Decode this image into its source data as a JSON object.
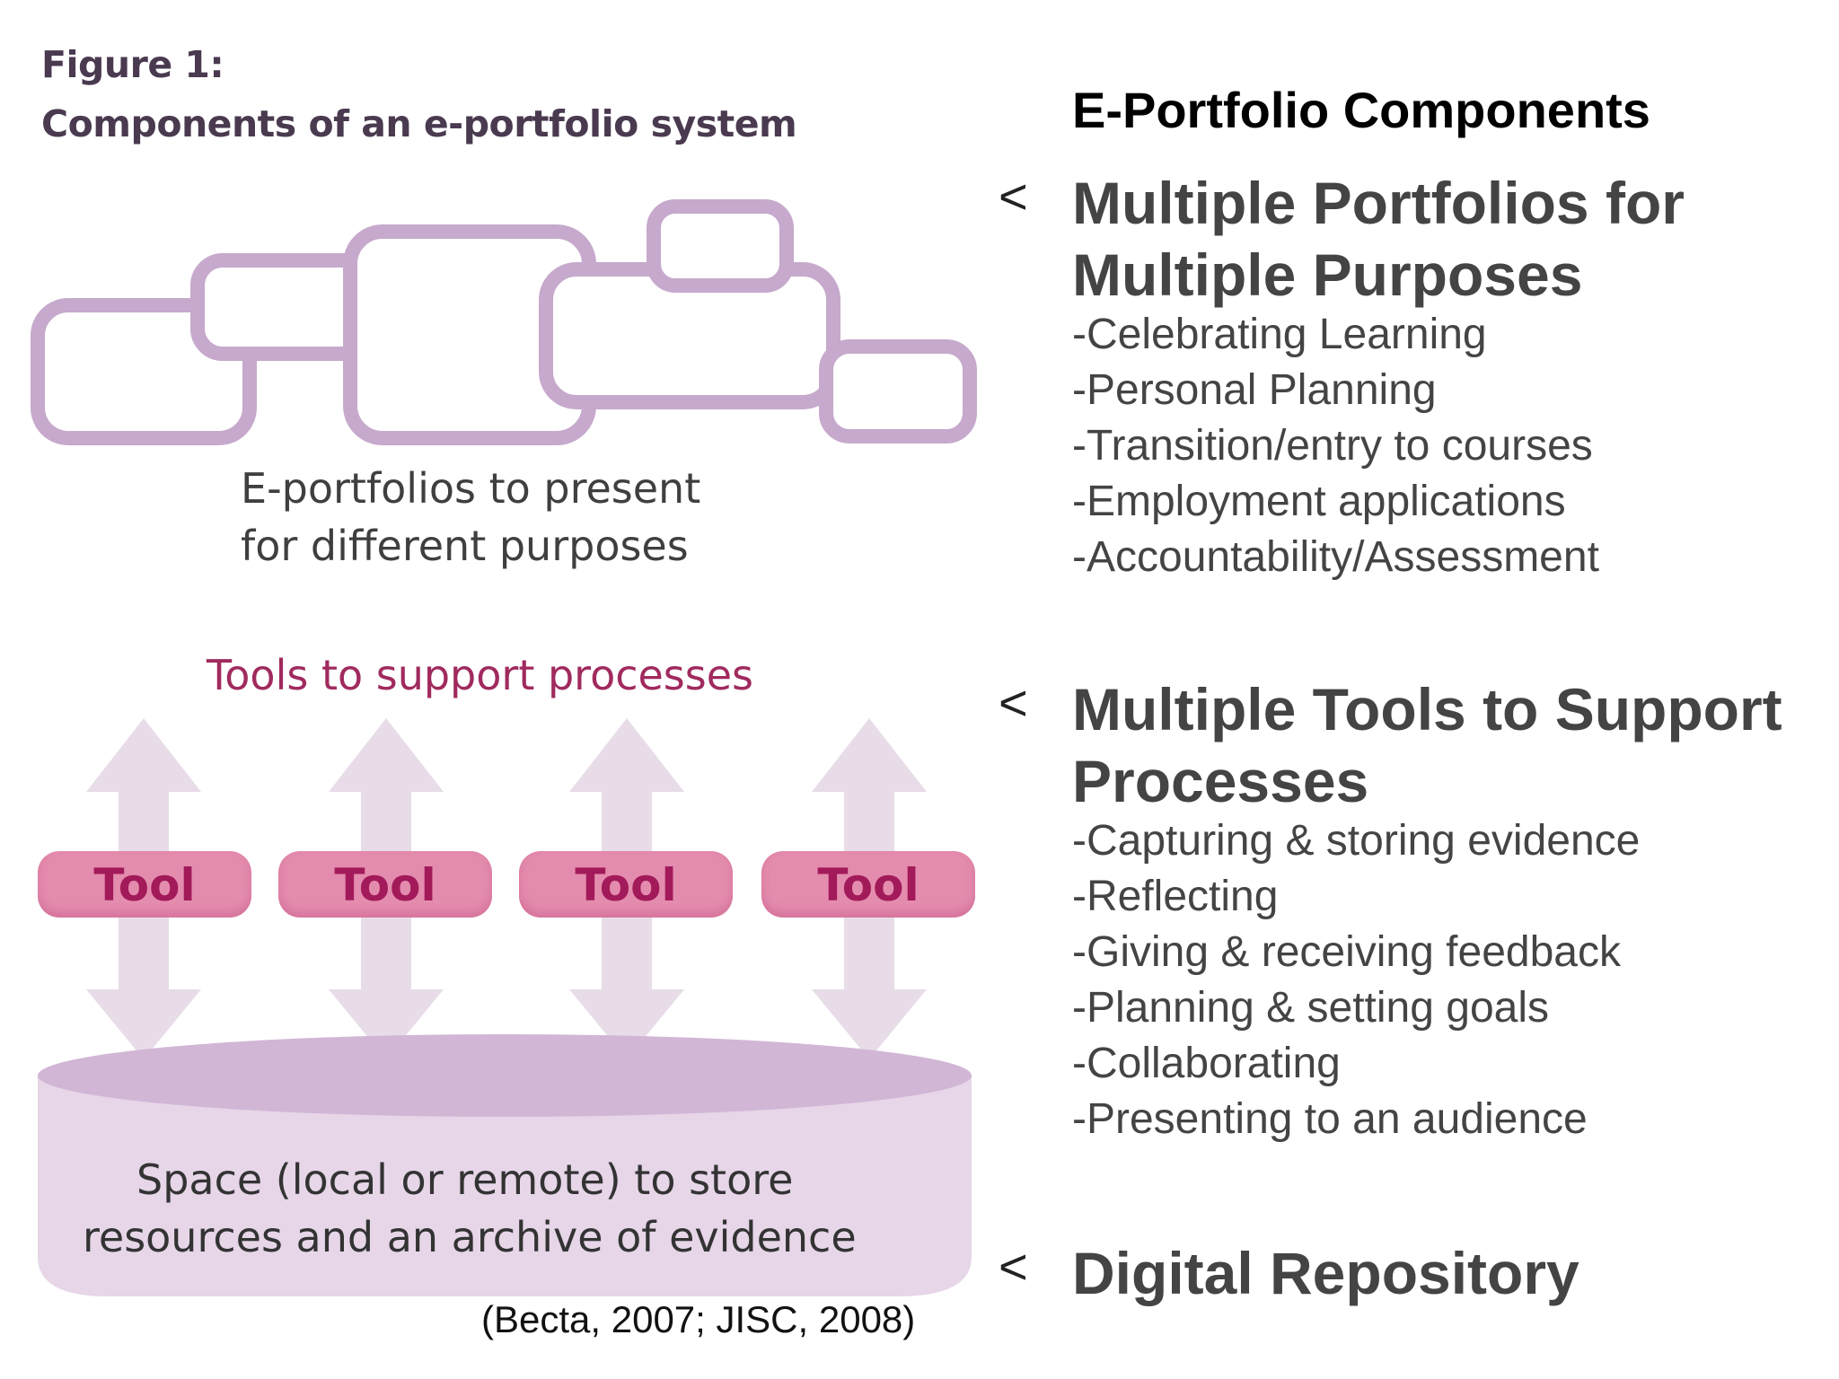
{
  "figure": {
    "title_line1": "Figure 1:",
    "title_line2": "Components of an e-portfolio system",
    "portfolios_label_line1": "E-portfolios to present",
    "portfolios_label_line2": "for different purposes",
    "tools_label": "Tools to support processes",
    "tools": [
      "Tool",
      "Tool",
      "Tool",
      "Tool"
    ],
    "storage_label_line1": "Space (local or remote) to store",
    "storage_label_line2": "resources and an archive of evidence",
    "colors": {
      "portfolio_stroke": "#c6a9cc",
      "arrow_fill": "#e7dce8",
      "tool_fill": "#e48cae",
      "tool_text": "#a21a5a",
      "cylinder_body": "#e6d6e8",
      "cylinder_top": "#d2b6d6",
      "tools_label_color": "#a02a5e"
    }
  },
  "citation": "(Becta, 2007; JISC, 2008)",
  "outline": {
    "title": "E-Portfolio Components",
    "bullet_symbol": "<",
    "sections": [
      {
        "heading_line1": "Multiple Portfolios for",
        "heading_line2": "Multiple Purposes",
        "items": [
          "-Celebrating Learning",
          "-Personal Planning",
          "-Transition/entry to courses",
          "-Employment applications",
          "-Accountability/Assessment"
        ]
      },
      {
        "heading_line1": "Multiple Tools to Support",
        "heading_line2": "Processes",
        "items": [
          "-Capturing & storing evidence",
          "-Reflecting",
          "-Giving & receiving feedback",
          "-Planning & setting goals",
          "-Collaborating",
          "-Presenting to an audience"
        ]
      },
      {
        "heading_line1": "Digital Repository",
        "heading_line2": "",
        "items": []
      }
    ]
  }
}
